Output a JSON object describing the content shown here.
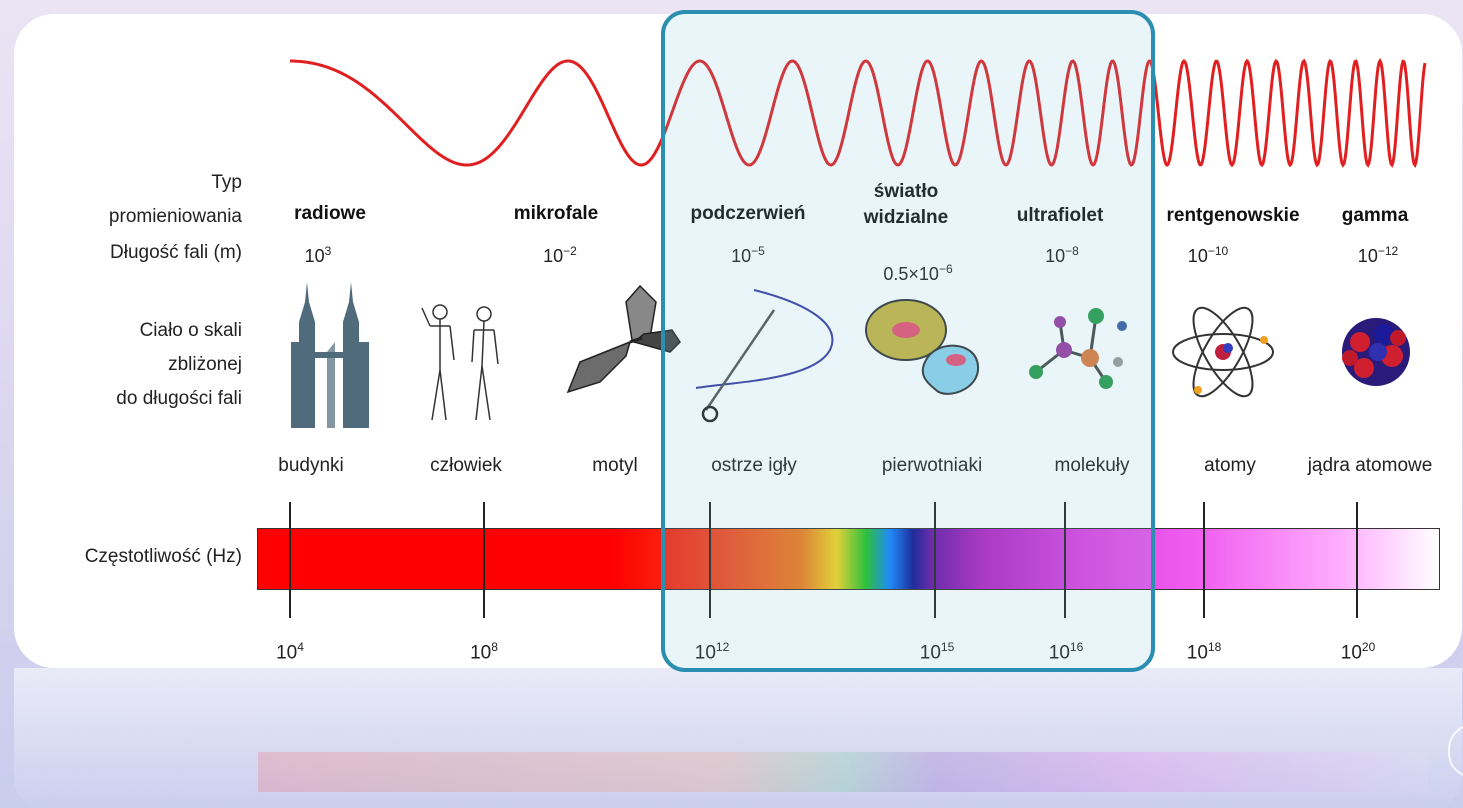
{
  "labels": {
    "type_line1": "Typ",
    "type_line2": "promieniowania",
    "wavelength": "Długość fali (m)",
    "body_line1": "Ciało o skali",
    "body_line2": "zbliżonej",
    "body_line3": "do długości fali",
    "frequency": "Częstotliwość (Hz)"
  },
  "types": [
    {
      "name": "radiowe",
      "wl_base": "10",
      "wl_exp": "3",
      "object": "budynki",
      "icon": "buildings-icon"
    },
    {
      "name": "mikrofale",
      "wl_base": "10",
      "wl_exp": "−2",
      "object": "człowiek",
      "icon": "humans-icon"
    },
    {
      "name": "",
      "wl_base": "",
      "wl_exp": "",
      "object": "motyl",
      "icon": "butterfly-icon"
    },
    {
      "name": "podczerwień",
      "wl_base": "10",
      "wl_exp": "−5",
      "object": "ostrze igły",
      "icon": "needle-icon"
    },
    {
      "name_line1": "światło",
      "name_line2": "widzialne",
      "wl_base": "0.5×10",
      "wl_exp": "−6",
      "object": "pierwotniaki",
      "icon": "protozoa-icon"
    },
    {
      "name": "ultrafiolet",
      "wl_base": "10",
      "wl_exp": "−8",
      "object": "molekuły",
      "icon": "molecule-icon"
    },
    {
      "name": "rentgenowskie",
      "wl_base": "10",
      "wl_exp": "−10",
      "object": "atomy",
      "icon": "atom-icon"
    },
    {
      "name": "gamma",
      "wl_base": "10",
      "wl_exp": "−12",
      "object": "jądra atomowe",
      "icon": "nucleus-icon"
    }
  ],
  "frequencies": [
    {
      "base": "10",
      "exp": "4"
    },
    {
      "base": "10",
      "exp": "8"
    },
    {
      "base": "10",
      "exp": "12"
    },
    {
      "base": "10",
      "exp": "15"
    },
    {
      "base": "10",
      "exp": "16"
    },
    {
      "base": "10",
      "exp": "18"
    },
    {
      "base": "10",
      "exp": "20"
    }
  ],
  "colors": {
    "wave": "#e02020",
    "highlight_border": "#2a8fb0"
  }
}
